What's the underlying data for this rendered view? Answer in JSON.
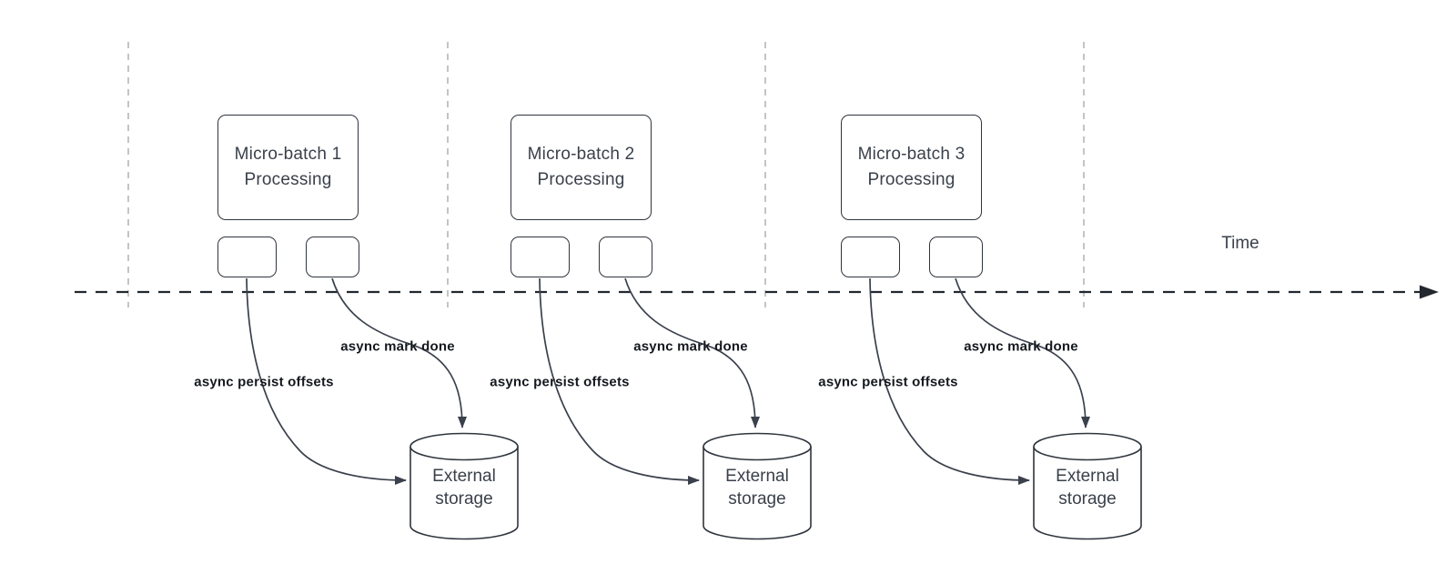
{
  "timeline": {
    "label": "Time"
  },
  "batches": [
    {
      "title": "Micro-batch 1\nProcessing",
      "persist_label": "async persist offsets",
      "done_label": "async mark done",
      "storage": "External\nstorage"
    },
    {
      "title": "Micro-batch 2\nProcessing",
      "persist_label": "async persist offsets",
      "done_label": "async mark done",
      "storage": "External\nstorage"
    },
    {
      "title": "Micro-batch 3\nProcessing",
      "persist_label": "async persist offsets",
      "done_label": "async mark done",
      "storage": "External\nstorage"
    }
  ],
  "colors": {
    "shape_stroke": "#2f353e",
    "connector": "#3a404c",
    "timeline": "#23282f",
    "guide_line": "#ababab",
    "label_text": "#14181e",
    "shape_text": "#3a414b",
    "background": "#ffffff"
  }
}
